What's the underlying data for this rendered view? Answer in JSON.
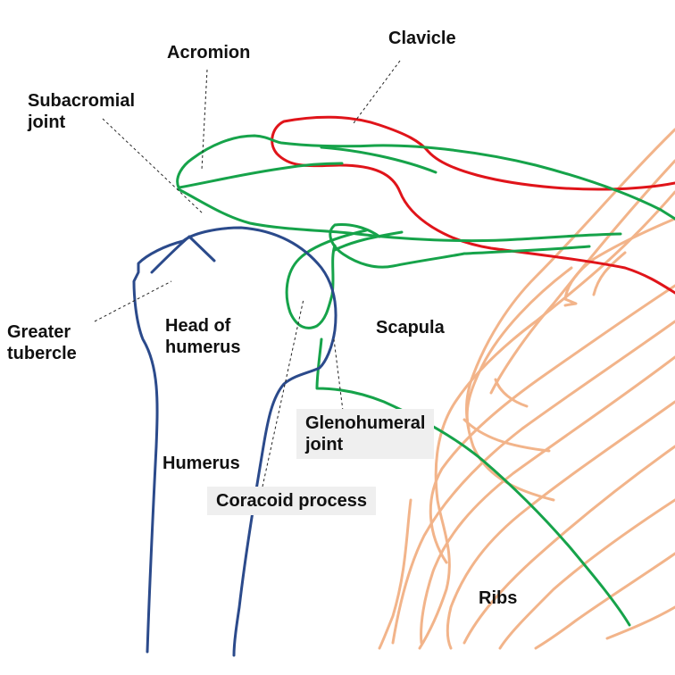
{
  "colors": {
    "clavicle": "#e0141a",
    "scapula": "#16a34a",
    "humerus": "#2b4a8b",
    "ribs": "#f2b48a",
    "leader": "#222222",
    "label_box": "#efefef"
  },
  "labels": {
    "acromion": "Acromion",
    "clavicle": "Clavicle",
    "subacromial_joint": [
      "Subacromial",
      "joint"
    ],
    "greater_tubercle": [
      "Greater",
      "tubercle"
    ],
    "head_of_humerus": [
      "Head of",
      "humerus"
    ],
    "scapula": "Scapula",
    "glenohumeral_joint": [
      "Glenohumeral",
      "joint"
    ],
    "humerus": "Humerus",
    "coracoid_process": "Coracoid process",
    "ribs": "Ribs"
  }
}
